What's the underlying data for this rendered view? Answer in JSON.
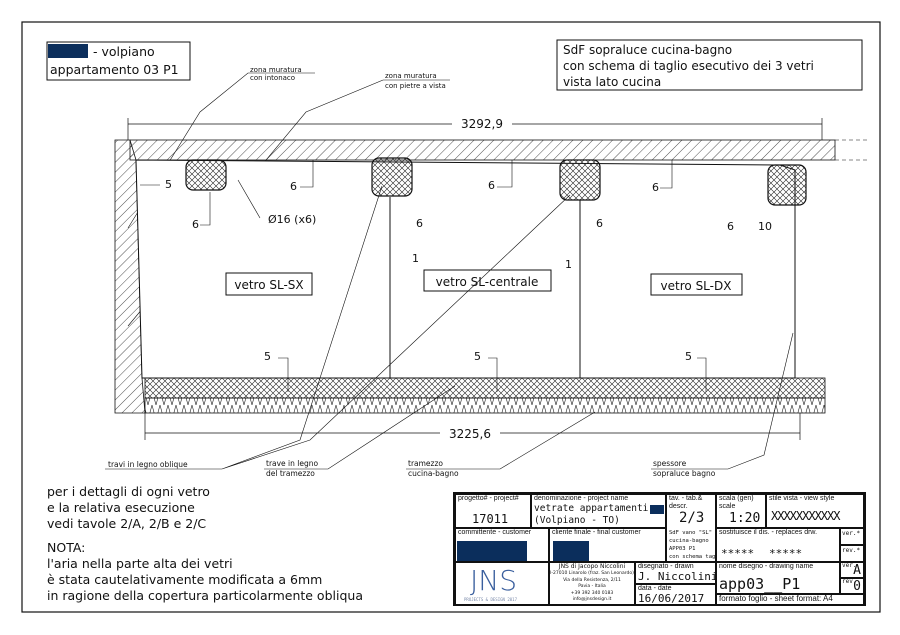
{
  "header_left": {
    "line1_suffix": "- volpiano",
    "line2": "appartamento 03 P1"
  },
  "header_right": {
    "line1": "SdF sopraluce cucina-bagno",
    "line2": "con schema di taglio esecutivo dei 3 vetri",
    "line3": "vista lato cucina"
  },
  "callouts_top": [
    {
      "line1": "zona muratura",
      "line2": "con intonaco"
    },
    {
      "line1": "zona muratura",
      "line2": "con pietre a vista"
    }
  ],
  "dimensions": {
    "overall_top": "3292,9",
    "overall_bottom": "3225,6",
    "hole": "Ø16 (x6)",
    "gap": "1",
    "right_gap": "10",
    "six": "6",
    "five": "5"
  },
  "glass_labels": [
    "vetro SL-SX",
    "vetro SL-centrale",
    "vetro SL-DX"
  ],
  "callouts_bottom": [
    {
      "line1": "travi in legno oblique",
      "line2": ""
    },
    {
      "line1": "trave in legno",
      "line2": "del tramezzo"
    },
    {
      "line1": "tramezzo",
      "line2": "cucina-bagno"
    },
    {
      "line1": "spessore",
      "line2": "sopraluce bagno"
    }
  ],
  "notes": {
    "details": [
      "per i dettagli di ogni vetro",
      "e la relativa esecuzione",
      "vedi tavole 2/A, 2/B e 2/C"
    ],
    "nota_title": "NOTA:",
    "nota": [
      "l'aria nella parte alta dei vetri",
      "è stata cautelativamente modificata a 6mm",
      "in ragione della copertura particolarmente obliqua"
    ]
  },
  "title_block": {
    "project_label": "progetto# - project#",
    "project": "17011",
    "name_label": "denominazione - project name",
    "name1": "vetrate appartamenti",
    "name2": "(Volpiano - TO)",
    "table_label": "tav. - tab.& descr.",
    "table": "2/3",
    "table_desc": [
      "SdF vano \"SL\"",
      "cucina-bagno",
      "APP03 P1",
      "con schema taglio"
    ],
    "scale_label": "scala (gen) scale",
    "scale": "1:20",
    "view_label": "stile vista - view style",
    "view": "XXXXXXXXXXX",
    "customer_label": "committente - customer",
    "final_label": "cliente finale - final customer",
    "replaces_label": "sostituisce il dis. - replaces drw.",
    "replaces1": "*****",
    "replaces2": "*****",
    "ver_label": "ver.",
    "ver_top": "*",
    "rev_label": "rev.",
    "rev_top": "*",
    "logo": "JNS",
    "logo_sub": "PROJECTS & DESIGN 2017",
    "company": [
      "JNS di Jacopo Niccolini",
      "I-27010 Linarolo (fraz. San Leonardo)",
      "Via della Resistenza, 2/11",
      "Pavia - Italia",
      "+39 392 340 0183",
      "info@jnsdesign.it"
    ],
    "drawn_label": "disegnato - drawn",
    "drawn": "J. Niccolini",
    "date_label": "data - date",
    "date": "16/06/2017",
    "drawing_name_label": "nome disegno - drawing name",
    "drawing_name": "app03__P1",
    "ver": "A",
    "rev": "0",
    "sheet_format": "formato foglio - sheet format: A4"
  },
  "colors": {
    "redaction": "#0b2e5c",
    "line": "#111111"
  }
}
